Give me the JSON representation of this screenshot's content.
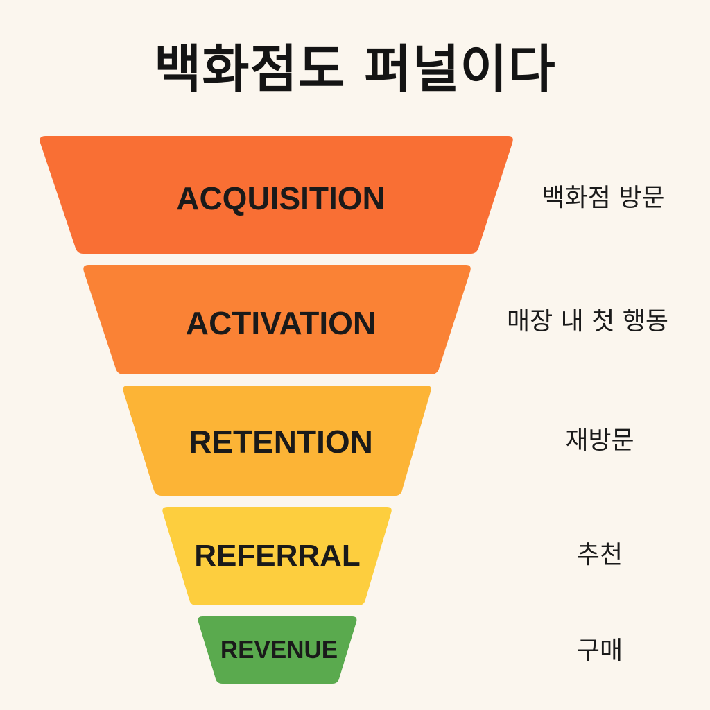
{
  "title": "백화점도 퍼널이다",
  "stages": [
    {
      "label": "ACQUISITION",
      "description": "백화점 방문",
      "color": "#F96F34"
    },
    {
      "label": "ACTIVATION",
      "description": "매장 내 첫 행동",
      "color": "#FA8235"
    },
    {
      "label": "RETENTION",
      "description": "재방문",
      "color": "#FCB436"
    },
    {
      "label": "REFERRAL",
      "description": "추천",
      "color": "#FDCE3E"
    },
    {
      "label": "REVENUE",
      "description": "구매",
      "color": "#5AAA4E"
    }
  ]
}
